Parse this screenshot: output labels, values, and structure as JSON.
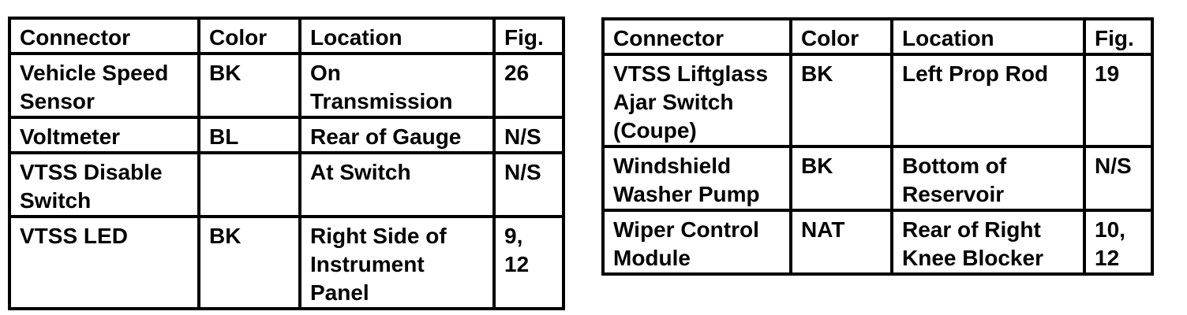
{
  "page": {
    "background_color": "#ffffff",
    "text_color": "#000000",
    "border_color": "#000000"
  },
  "tables": [
    {
      "name": "left-connector-table",
      "headers": [
        "Connector",
        "Color",
        "Location",
        "Fig."
      ],
      "rows": [
        {
          "connector": "Vehicle Speed\nSensor",
          "color": "BK",
          "location": "On Transmission",
          "fig": "26"
        },
        {
          "connector": "Voltmeter",
          "color": "BL",
          "location": "Rear of Gauge",
          "fig": "N/S"
        },
        {
          "connector": "VTSS Disable\nSwitch",
          "color": "",
          "location": "At Switch",
          "fig": "N/S"
        },
        {
          "connector": "VTSS LED",
          "color": "BK",
          "location": "Right Side of\nInstrument\nPanel",
          "fig": "9,\n12"
        }
      ]
    },
    {
      "name": "right-connector-table",
      "headers": [
        "Connector",
        "Color",
        "Location",
        "Fig."
      ],
      "rows": [
        {
          "connector": "VTSS Liftglass\nAjar Switch\n(Coupe)",
          "color": "BK",
          "location": "Left Prop Rod",
          "fig": "19"
        },
        {
          "connector": "Windshield\nWasher Pump",
          "color": "BK",
          "location": "Bottom of\nReservoir",
          "fig": "N/S"
        },
        {
          "connector": "Wiper Control\nModule",
          "color": "NAT",
          "location": "Rear of Right\nKnee Blocker",
          "fig": "10,\n12"
        }
      ]
    }
  ]
}
